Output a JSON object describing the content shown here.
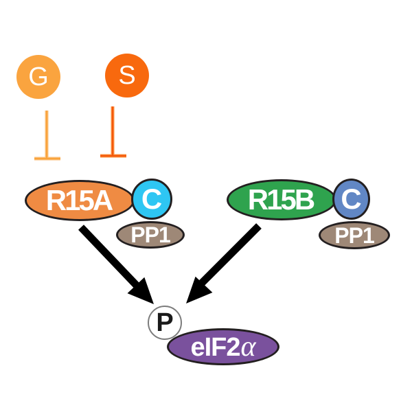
{
  "diagram": {
    "description": "Signaling diagram: stimuli G and S inhibit the R15A-C(PP1) complex; R15A and R15B phosphatase complexes act on phosphorylated eIF2α",
    "background_color": "#FFFFFF",
    "outline_color": "#231F20",
    "nodes": {
      "g_stimulus": {
        "label": "G",
        "color": "#FAA43F",
        "text_color": "#FFFFFF",
        "shape": "circle"
      },
      "s_stimulus": {
        "label": "S",
        "color": "#F8690E",
        "text_color": "#FFFFFF",
        "shape": "circle"
      },
      "r15a": {
        "label": "R15A",
        "color": "#EF8B43",
        "text_color": "#FFFFFF",
        "shape": "ellipse"
      },
      "c_of_r15a": {
        "label": "C",
        "color": "#2EC6F3",
        "text_color": "#FFFFFF",
        "shape": "circle"
      },
      "pp1_left": {
        "label": "PP1",
        "color": "#9E8877",
        "text_color": "#FFFFFF",
        "shape": "ellipse"
      },
      "r15b": {
        "label": "R15B",
        "color": "#2FA34E",
        "text_color": "#FFFFFF",
        "shape": "ellipse"
      },
      "c_of_r15b": {
        "label": "C",
        "color": "#6187C5",
        "text_color": "#FFFFFF",
        "shape": "circle"
      },
      "pp1_right": {
        "label": "PP1",
        "color": "#9E8877",
        "text_color": "#FFFFFF",
        "shape": "ellipse"
      },
      "phosphate": {
        "label": "P",
        "color": "#FFFFFF",
        "text_color": "#1A1A1A",
        "border_color": "#7C7C7C",
        "shape": "circle"
      },
      "eif2a": {
        "label_main": "eIF2",
        "label_greek": "α",
        "label_full": "eIF2α",
        "color": "#7A519D",
        "text_color": "#FFFFFF",
        "shape": "ellipse"
      }
    },
    "edges": {
      "g_inhibits_r15a": {
        "type": "inhibition-tbar",
        "light_color": "#FBC27F",
        "core_color": "#F9A33C"
      },
      "s_inhibits_r15a": {
        "type": "inhibition-tbar",
        "light_color": "#FB9546",
        "core_color": "#F4580A"
      },
      "r15a_to_eif2a": {
        "type": "arrow",
        "color": "#000000"
      },
      "r15b_to_eif2a": {
        "type": "arrow",
        "color": "#000000"
      }
    }
  }
}
